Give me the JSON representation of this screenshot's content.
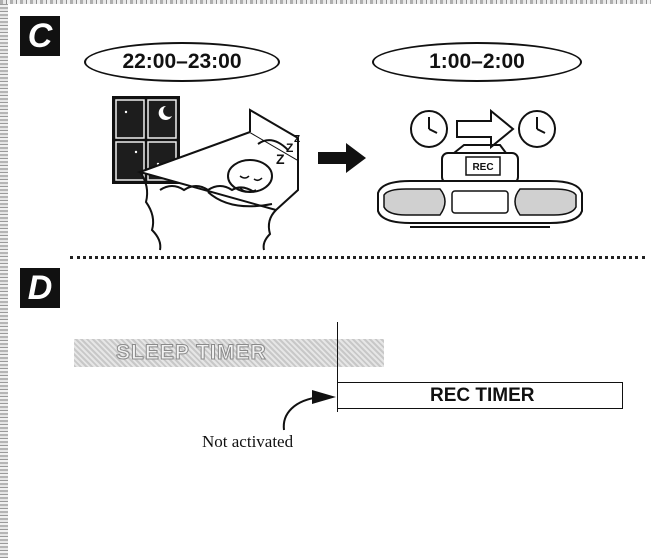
{
  "section_c": {
    "badge": "C",
    "time_before": "22:00–23:00",
    "time_after": "1:00–2:00",
    "zzz": "Z",
    "device_label": "REC"
  },
  "section_d": {
    "badge": "D",
    "sleep_timer_label": "SLEEP TIMER",
    "rec_timer_label": "REC TIMER",
    "note": "Not activated"
  }
}
